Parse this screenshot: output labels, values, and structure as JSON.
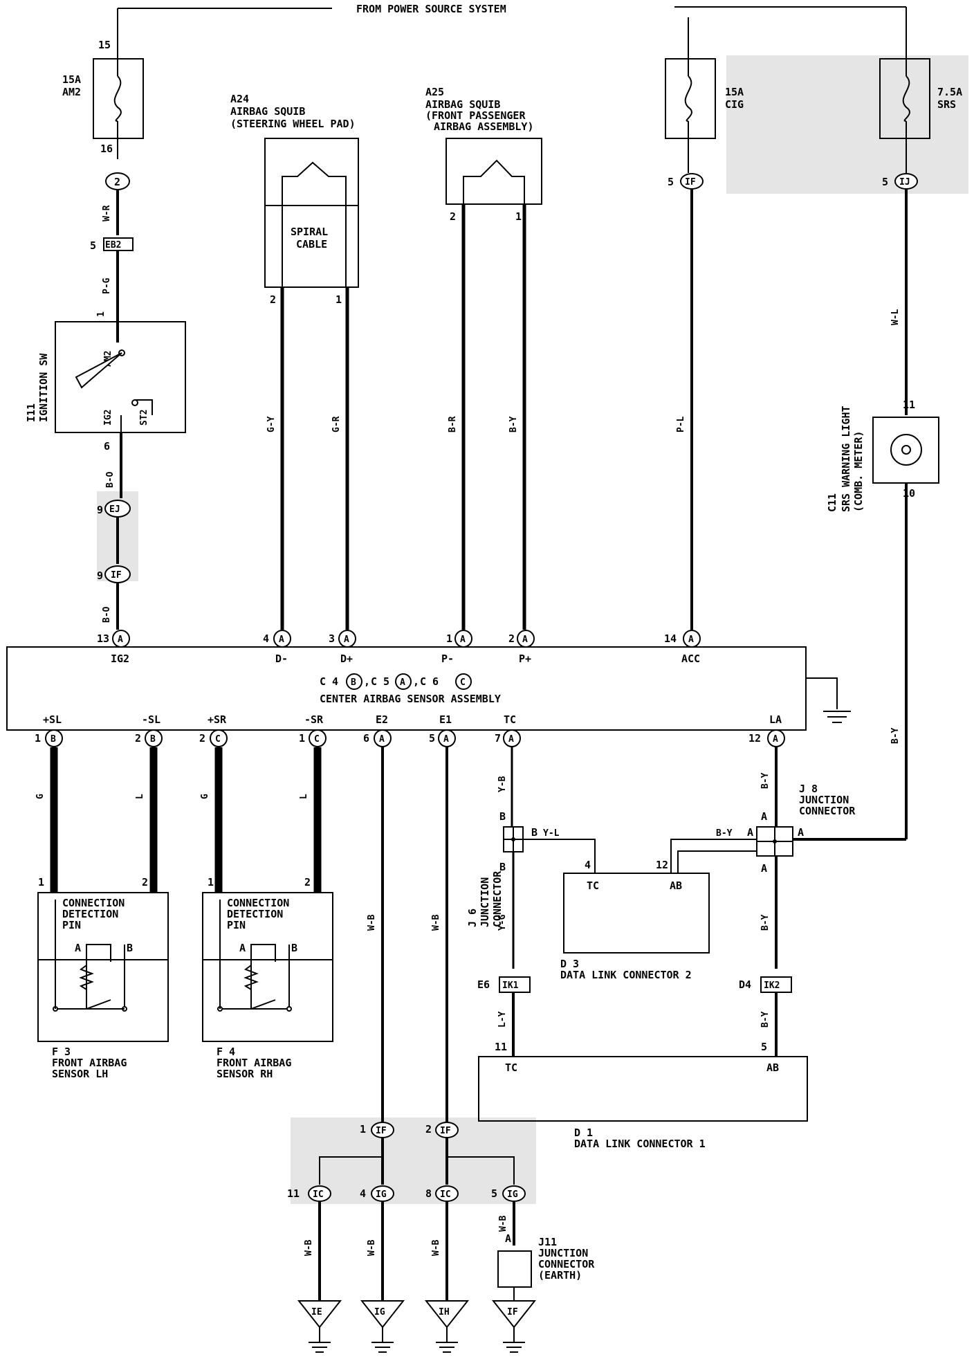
{
  "header": {
    "power_source": "FROM POWER SOURCE SYSTEM"
  },
  "fuses": {
    "am2": {
      "pin_in": "15",
      "pin_out": "16",
      "rating": "15A",
      "name": "AM2"
    },
    "cig": {
      "rating": "15A",
      "name": "CIG"
    },
    "srs": {
      "rating": "7.5A",
      "name": "SRS"
    }
  },
  "connectors": {
    "c2": "2",
    "eb2": "EB2",
    "eb2_pin": "5",
    "ej": "EJ",
    "ej_pin": "9",
    "if_a": "IF",
    "if_a_pin": "9",
    "if_cig": "IF",
    "if_cig_pin": "5",
    "ij": "IJ",
    "ij_pin": "5",
    "ik1": "IK1",
    "ik1_pin": "E6",
    "ik2": "IK2",
    "ik2_pin": "D4",
    "if1": "IF",
    "if1_pin": "1",
    "if2": "IF",
    "if2_pin": "2",
    "ic1": "IC",
    "ic1_pin": "11",
    "ig": "IG",
    "ig_pin": "4",
    "ic2": "IC",
    "ic2_pin": "8",
    "ig2": "IG",
    "ig2_pin": "5"
  },
  "ignition": {
    "code": "I11",
    "name": "IGNITION SW",
    "am2": "AM2",
    "ig2": "IG2",
    "st2": "ST2",
    "pin_top": "1",
    "pin_bottom": "6"
  },
  "squib_driver": {
    "code": "A24",
    "line1": "AIRBAG SQUIB",
    "line2": "(STEERING WHEEL PAD)",
    "spiral1": "SPIRAL",
    "spiral2": "CABLE",
    "pin_a": "2",
    "pin_b": "1"
  },
  "squib_passenger": {
    "code": "A25",
    "line1": "AIRBAG SQUIB",
    "line2": "(FRONT PASSENGER",
    "line3": "AIRBAG ASSEMBLY)",
    "pin_a": "2",
    "pin_b": "1"
  },
  "warning_light": {
    "code": "C11",
    "line1": "SRS WARNING LIGHT",
    "line2": "(COMB. METER)",
    "pin_top": "11",
    "pin_bottom": "10"
  },
  "wires": {
    "w_r": "W-R",
    "p_g": "P-G",
    "b_o1": "B-O",
    "b_o2": "B-O",
    "g_y": "G-Y",
    "g_r": "G-R",
    "b_r": "B-R",
    "b_y": "B-Y",
    "p_l": "P-L",
    "w_l": "W-L",
    "b_y_right": "B-Y",
    "g1": "G",
    "l1": "L",
    "g2": "G",
    "l2": "L",
    "w_b1": "W-B",
    "w_b2": "W-B",
    "y_b": "Y-B",
    "y_g": "Y-G",
    "b_y_j8a": "B-Y",
    "b_y_j8b": "B-Y",
    "b_y_j8c": "B-Y",
    "l_y": "L-Y",
    "b_y_low": "B-Y",
    "y_l": "Y-L",
    "b_y_h": "B-Y",
    "w_b3": "W-B",
    "w_b4": "W-B",
    "w_b5": "W-B",
    "w_b6": "W-B"
  },
  "ecu": {
    "connector_label": "C 4(B),C 5(A),C 6(C)",
    "c4": "C 4",
    "c5": "C 5",
    "c6": "C 6",
    "ca": "A",
    "cb": "B",
    "cc": "C",
    "name": "CENTER AIRBAG SENSOR ASSEMBLY",
    "top_pins": [
      {
        "num": "13",
        "letter": "A",
        "name": "IG2"
      },
      {
        "num": "4",
        "letter": "A",
        "name": "D-"
      },
      {
        "num": "3",
        "letter": "A",
        "name": "D+"
      },
      {
        "num": "1",
        "letter": "A",
        "name": "P-"
      },
      {
        "num": "2",
        "letter": "A",
        "name": "P+"
      },
      {
        "num": "14",
        "letter": "A",
        "name": "ACC"
      }
    ],
    "bottom_pins": [
      {
        "num": "1",
        "letter": "B",
        "name": "+SL"
      },
      {
        "num": "2",
        "letter": "B",
        "name": "-SL"
      },
      {
        "num": "2",
        "letter": "C",
        "name": "+SR"
      },
      {
        "num": "1",
        "letter": "C",
        "name": "-SR"
      },
      {
        "num": "6",
        "letter": "A",
        "name": "E2"
      },
      {
        "num": "5",
        "letter": "A",
        "name": "E1"
      },
      {
        "num": "7",
        "letter": "A",
        "name": "TC"
      },
      {
        "num": "12",
        "letter": "A",
        "name": "LA"
      }
    ]
  },
  "sensor_lh": {
    "code": "F 3",
    "line1": "FRONT AIRBAG",
    "line2": "SENSOR LH",
    "t1": "CONNECTION",
    "t2": "DETECTION",
    "t3": "PIN",
    "a": "A",
    "b": "B",
    "pin1": "1",
    "pin2": "2"
  },
  "sensor_rh": {
    "code": "F 4",
    "line1": "FRONT AIRBAG",
    "line2": "SENSOR RH",
    "t1": "CONNECTION",
    "t2": "DETECTION",
    "t3": "PIN",
    "a": "A",
    "b": "B",
    "pin1": "1",
    "pin2": "2"
  },
  "j6": {
    "code": "J 6",
    "line1": "JUNCTION",
    "line2": "CONNECTOR",
    "b_top": "B",
    "b_bot": "B",
    "b_side": "B"
  },
  "j8": {
    "code": "J 8",
    "line1": "JUNCTION",
    "line2": "CONNECTOR",
    "a_top": "A",
    "a_left": "A",
    "a_right": "A",
    "a_bot": "A"
  },
  "dlc2": {
    "code": "D 3",
    "name": "DATA LINK CONNECTOR 2",
    "tc": "TC",
    "ab": "AB",
    "pin_tc": "4",
    "pin_ab": "12"
  },
  "dlc1": {
    "code": "D 1",
    "name": "DATA LINK CONNECTOR 1",
    "tc": "TC",
    "ab": "AB",
    "pin_tc": "11",
    "pin_ab": "5"
  },
  "j11": {
    "code": "J11",
    "line1": "JUNCTION",
    "line2": "CONNECTOR",
    "line3": "(EARTH)",
    "pin": "A"
  },
  "grounds": [
    "IE",
    "IG",
    "IH",
    "IF"
  ]
}
